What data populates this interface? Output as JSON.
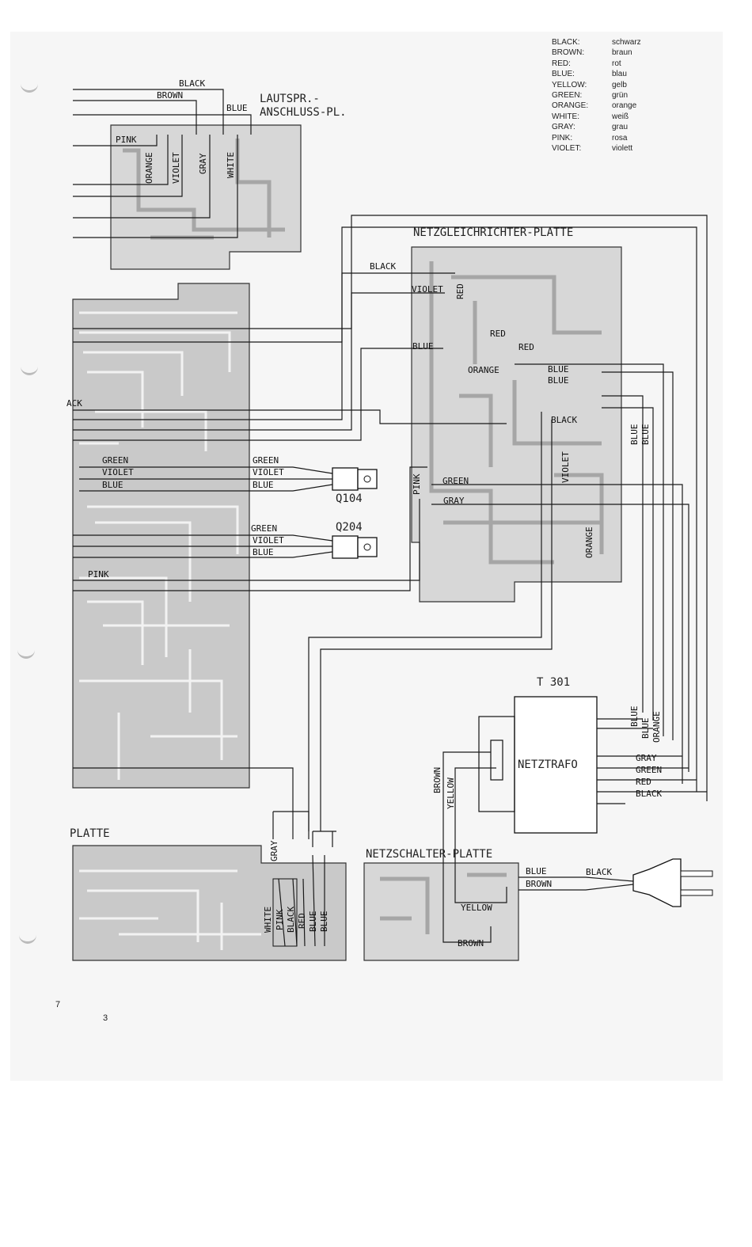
{
  "legend": [
    {
      "en": "BLACK:",
      "de": "schwarz"
    },
    {
      "en": "BROWN:",
      "de": "braun"
    },
    {
      "en": "RED:",
      "de": "rot"
    },
    {
      "en": "BLUE:",
      "de": "blau"
    },
    {
      "en": "YELLOW:",
      "de": "gelb"
    },
    {
      "en": "GREEN:",
      "de": "grün"
    },
    {
      "en": "ORANGE:",
      "de": "orange"
    },
    {
      "en": "WHITE:",
      "de": "weiß"
    },
    {
      "en": "GRAY:",
      "de": "grau"
    },
    {
      "en": "PINK:",
      "de": "rosa"
    },
    {
      "en": "VIOLET:",
      "de": "violett"
    }
  ],
  "boards": {
    "speaker_title_1": "LAUTSPR.-",
    "speaker_title_2": "ANSCHLUSS-PL.",
    "rectifier_title": "NETZGLEICHRICHTER-PLATTE",
    "switch_title": "NETZSCHALTER-PLATTE",
    "bottom_left_title": "PLATTE"
  },
  "components": {
    "q104": "Q104",
    "q204": "Q204",
    "transformer_ref": "T 301",
    "transformer_name": "NETZTRAFO"
  },
  "wires": {
    "black": "BLACK",
    "brown": "BROWN",
    "blue": "BLUE",
    "pink": "PINK",
    "orange": "ORANGE",
    "violet": "VIOLET",
    "gray": "GRAY",
    "white": "WHITE",
    "red": "RED",
    "green": "GREEN",
    "yellow": "YELLOW",
    "ack": "ACK"
  },
  "page_numbers": {
    "left": "7",
    "right": "3"
  }
}
